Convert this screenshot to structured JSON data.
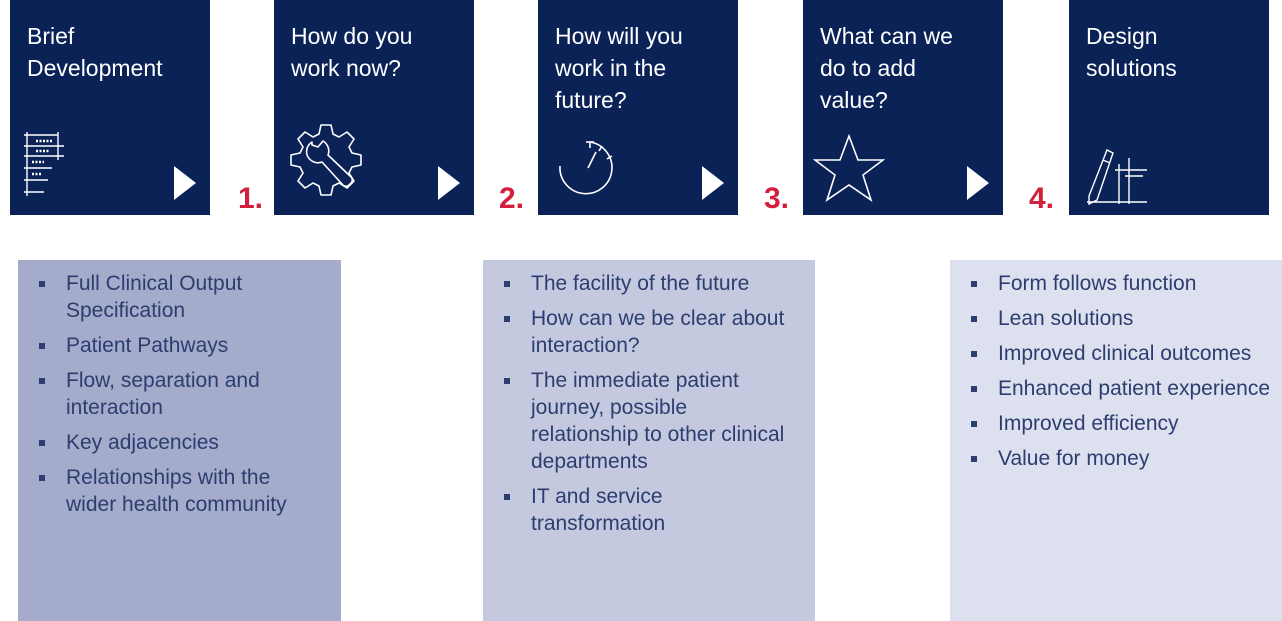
{
  "steps": [
    {
      "title": "Brief\nDevelopment",
      "icon": "brief-document-icon",
      "number": "1."
    },
    {
      "title": "How do you\nwork now?",
      "icon": "wrench-gear-icon",
      "number": "2."
    },
    {
      "title": "How will you\nwork in the\nfuture?",
      "icon": "stopwatch-icon",
      "number": "3."
    },
    {
      "title": "What can we\ndo to add\nvalue?",
      "icon": "star-icon",
      "number": "4."
    },
    {
      "title": "Design\nsolutions",
      "icon": "pencil-drawing-icon"
    }
  ],
  "panels": [
    {
      "color": "#a5abcb",
      "items": [
        "Full Clinical Output Specification",
        "Patient Pathways",
        "Flow, separation and interaction",
        "Key adjacencies",
        "Relationships with the wider health community"
      ]
    },
    {
      "color": "#c5c9df",
      "items": [
        "The facility of the future",
        "How can we be clear about interaction?",
        "The immediate patient journey, possible relationship to other clinical departments",
        "IT and service transformation"
      ]
    },
    {
      "color": "#dde0ee",
      "items": [
        "Form follows function",
        "Lean solutions",
        "Improved clinical outcomes",
        "Enhanced patient experience",
        "Improved efficiency",
        "Value for money"
      ]
    }
  ],
  "colors": {
    "navy": "#0b2257",
    "red": "#d21f3c",
    "text": "#2c3d6f"
  }
}
